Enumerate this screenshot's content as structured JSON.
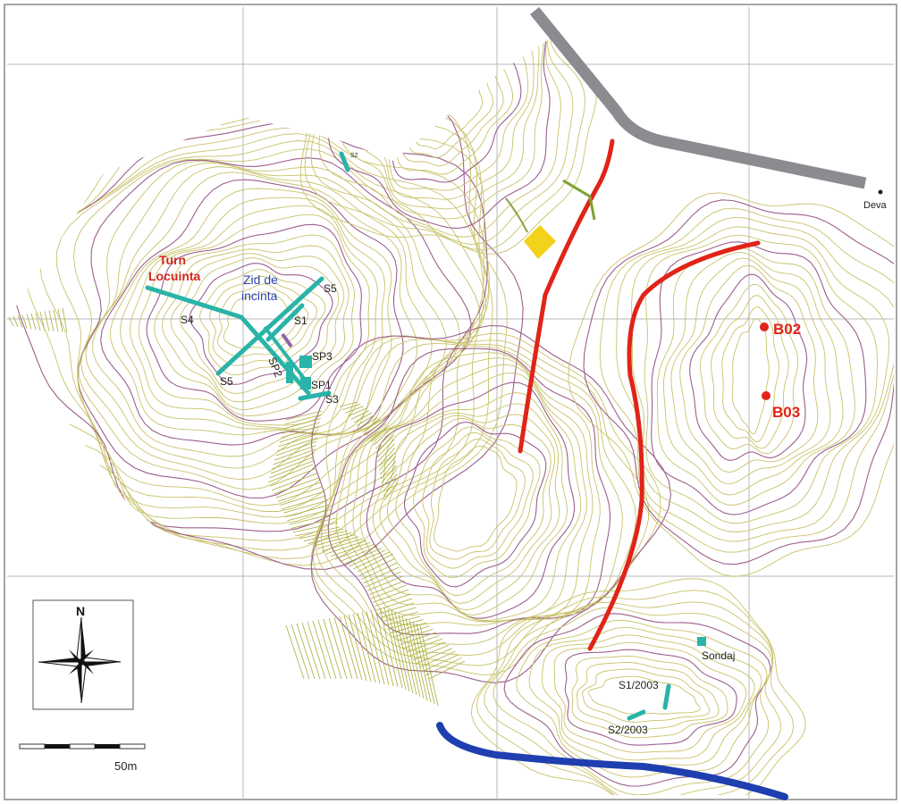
{
  "map": {
    "labels": {
      "turn_line1": "Turn",
      "turn_line2": "Locuinta",
      "zid_line1": "Zid de",
      "zid_line2": "incinta",
      "s1": "S1",
      "s2_small": "S2",
      "s3": "S3",
      "s4": "S4",
      "s5_top": "S5",
      "s5_bottom": "S5",
      "sp1": "SP1",
      "sp2": "SP2",
      "sp3": "SP3",
      "b02": "B02",
      "b03": "B03",
      "deva": "Deva",
      "sondaj": "Sondaj",
      "s1_2003": "S1/2003",
      "s2_2003": "S2/2003",
      "north": "N",
      "scale": "50m"
    },
    "colors": {
      "contour": "#c8c26a",
      "contour_index": "#9c5f8c",
      "trench": "#2ab3a8",
      "red_line": "#e02418",
      "road": "#8a8c90",
      "river": "#1f3fb0",
      "turn_label": "#d4281c",
      "zid_label": "#2b45b8",
      "grid": "#b8b8b8",
      "yellow_feature": "#f2d21a",
      "dense_slope": "#a9ad3a"
    },
    "icons": [
      "compass-rose-icon",
      "scale-bar-icon"
    ]
  }
}
